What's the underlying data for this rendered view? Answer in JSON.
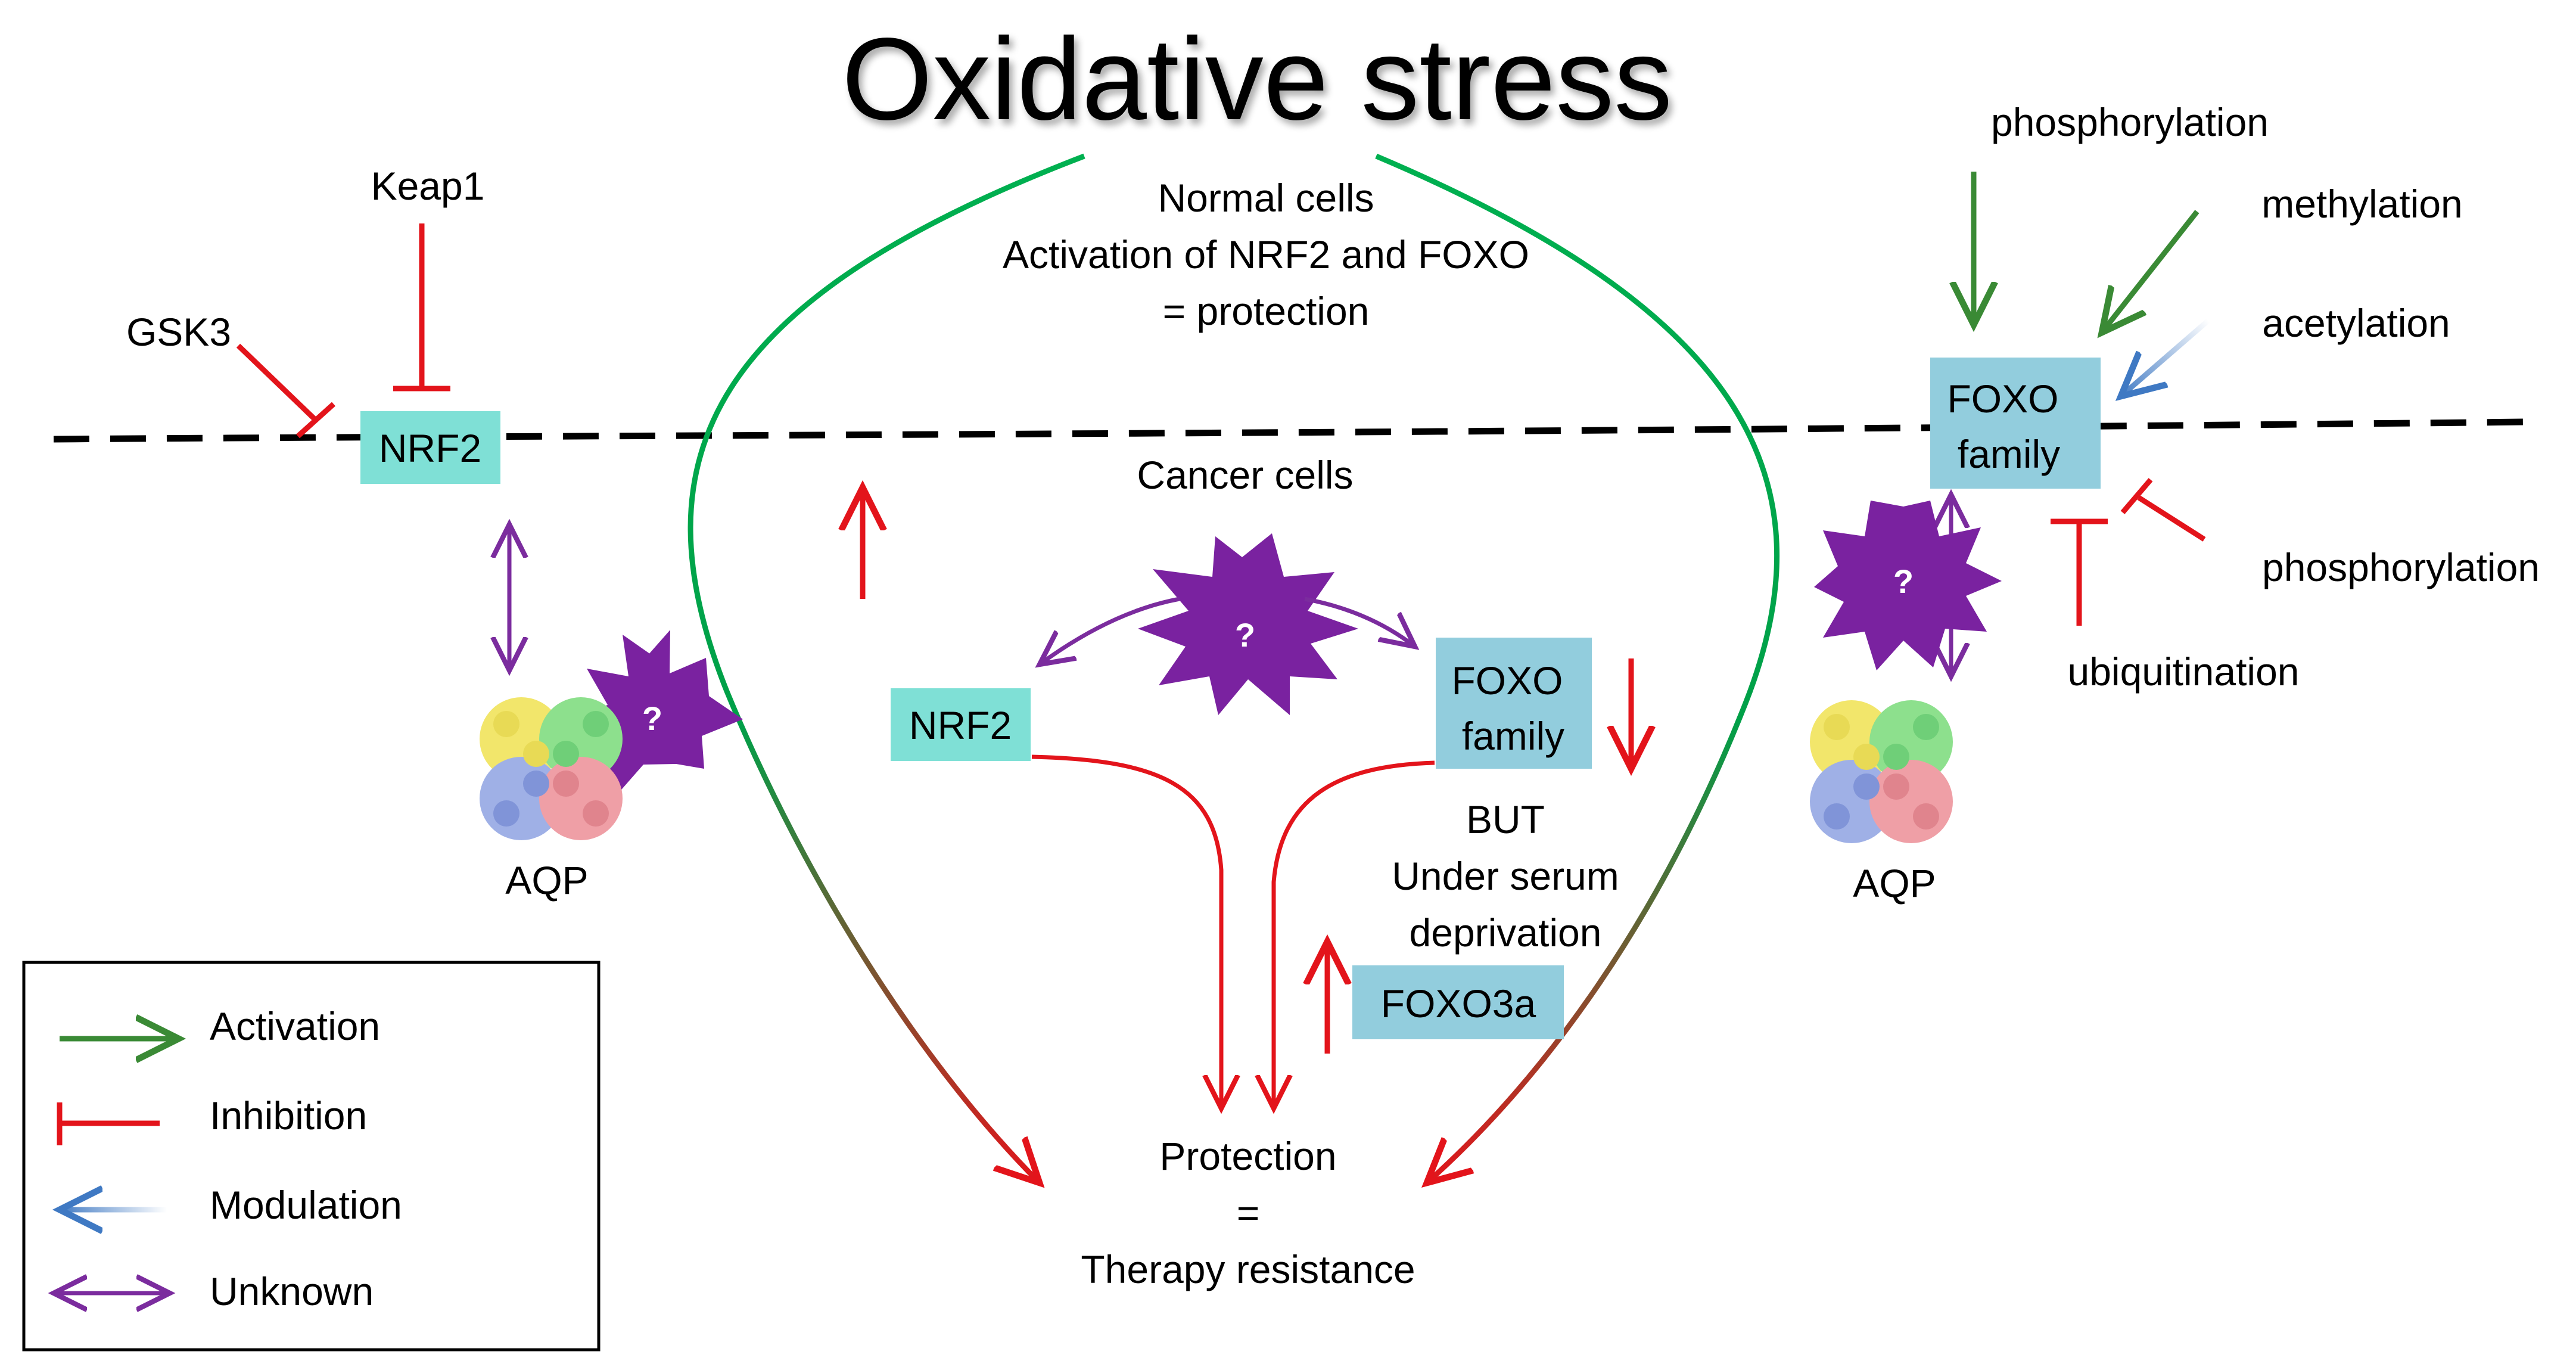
{
  "title": "Oxidative stress",
  "top_center": {
    "line1": "Normal cells",
    "line2": "Activation of NRF2 and FOXO",
    "line3": "= protection"
  },
  "cancer_cells": "Cancer cells",
  "left": {
    "keap1": "Keap1",
    "gsk3": "GSK3",
    "nrf2": "NRF2",
    "aqp": "AQP",
    "unknown_mark": "?"
  },
  "center": {
    "nrf2": "NRF2",
    "foxo_line1": "FOXO",
    "foxo_line2": "family",
    "unknown_mark": "?",
    "but": "BUT",
    "under_serum": "Under serum",
    "deprivation": "deprivation",
    "foxo3a": "FOXO3a"
  },
  "bottom": {
    "line1": "Protection",
    "line2": "=",
    "line3": "Therapy resistance"
  },
  "right": {
    "phosphorylation_top": "phosphorylation",
    "methylation": "methylation",
    "acetylation": "acetylation",
    "foxo_line1": "FOXO",
    "foxo_line2": "family",
    "phosphorylation_right": "phosphorylation",
    "ubiquitination": "ubiquitination",
    "aqp": "AQP",
    "unknown_mark": "?"
  },
  "legend": {
    "items": [
      {
        "label": "Activation",
        "icon": "green-arrow-icon"
      },
      {
        "label": "Inhibition",
        "icon": "red-inhibition-icon"
      },
      {
        "label": "Modulation",
        "icon": "blue-arrow-icon"
      },
      {
        "label": "Unknown",
        "icon": "purple-double-arrow-icon"
      }
    ]
  },
  "colors": {
    "activation": "#3a8a35",
    "inhibition": "#e3141b",
    "modulation": "#3f79c3",
    "unknown": "#7b2c9e",
    "star": "#7a22a0",
    "nrf2_box": "#7fe0d6",
    "foxo_box": "#92cddd",
    "curve_green": "#00b050"
  }
}
